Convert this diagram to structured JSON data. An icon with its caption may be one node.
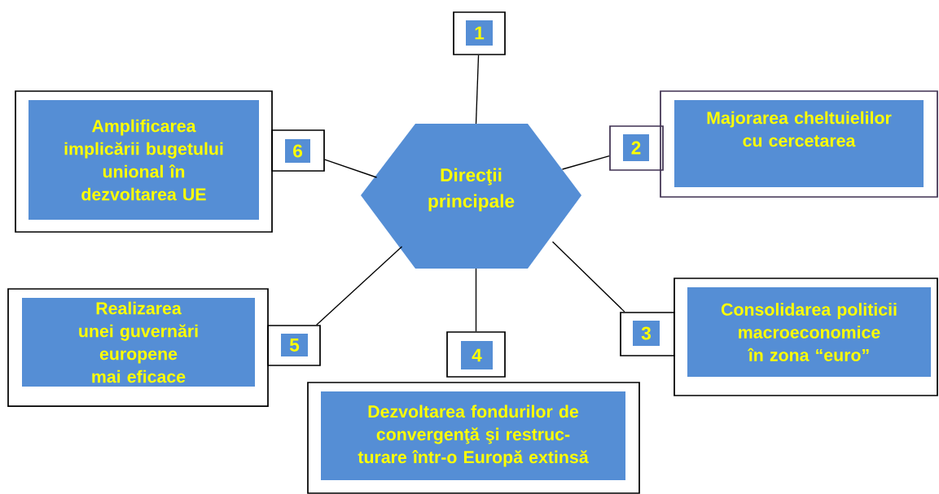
{
  "diagram": {
    "nodes": [
      {
        "text": [
          "1"
        ]
      },
      {
        "text": [
          "Amplificarea implicării bugetului unional în dezvoltarea UE"
        ]
      },
      {
        "text": [
          "6"
        ]
      },
      {
        "text": [
          "Direcţii principale"
        ]
      },
      {
        "text": [
          "2"
        ]
      },
      {
        "text": [
          "Majorarea cheltuielilor cu cercetarea"
        ]
      },
      {
        "text": [
          "Realizarea unei guvernări europene mai eficace"
        ]
      },
      {
        "text": [
          "5"
        ]
      },
      {
        "text": [
          "3"
        ]
      },
      {
        "text": [
          "Consolidarea politicii macroeconomice în zona “euro”"
        ]
      },
      {
        "text": [
          "4"
        ]
      },
      {
        "text": [
          "Dezvoltarea fondurilor de convergenţă şi restruc-turare într-o Europă extinsă"
        ]
      }
    ],
    "edges": [
      {
        "from": 3,
        "to": 0,
        "arrow": "none"
      },
      {
        "from": 3,
        "to": 4,
        "arrow": "none"
      },
      {
        "from": 3,
        "to": 8,
        "arrow": "none"
      },
      {
        "from": 3,
        "to": 10,
        "arrow": "none"
      },
      {
        "from": 3,
        "to": 7,
        "arrow": "none"
      },
      {
        "from": 3,
        "to": 2,
        "arrow": "none"
      }
    ]
  }
}
